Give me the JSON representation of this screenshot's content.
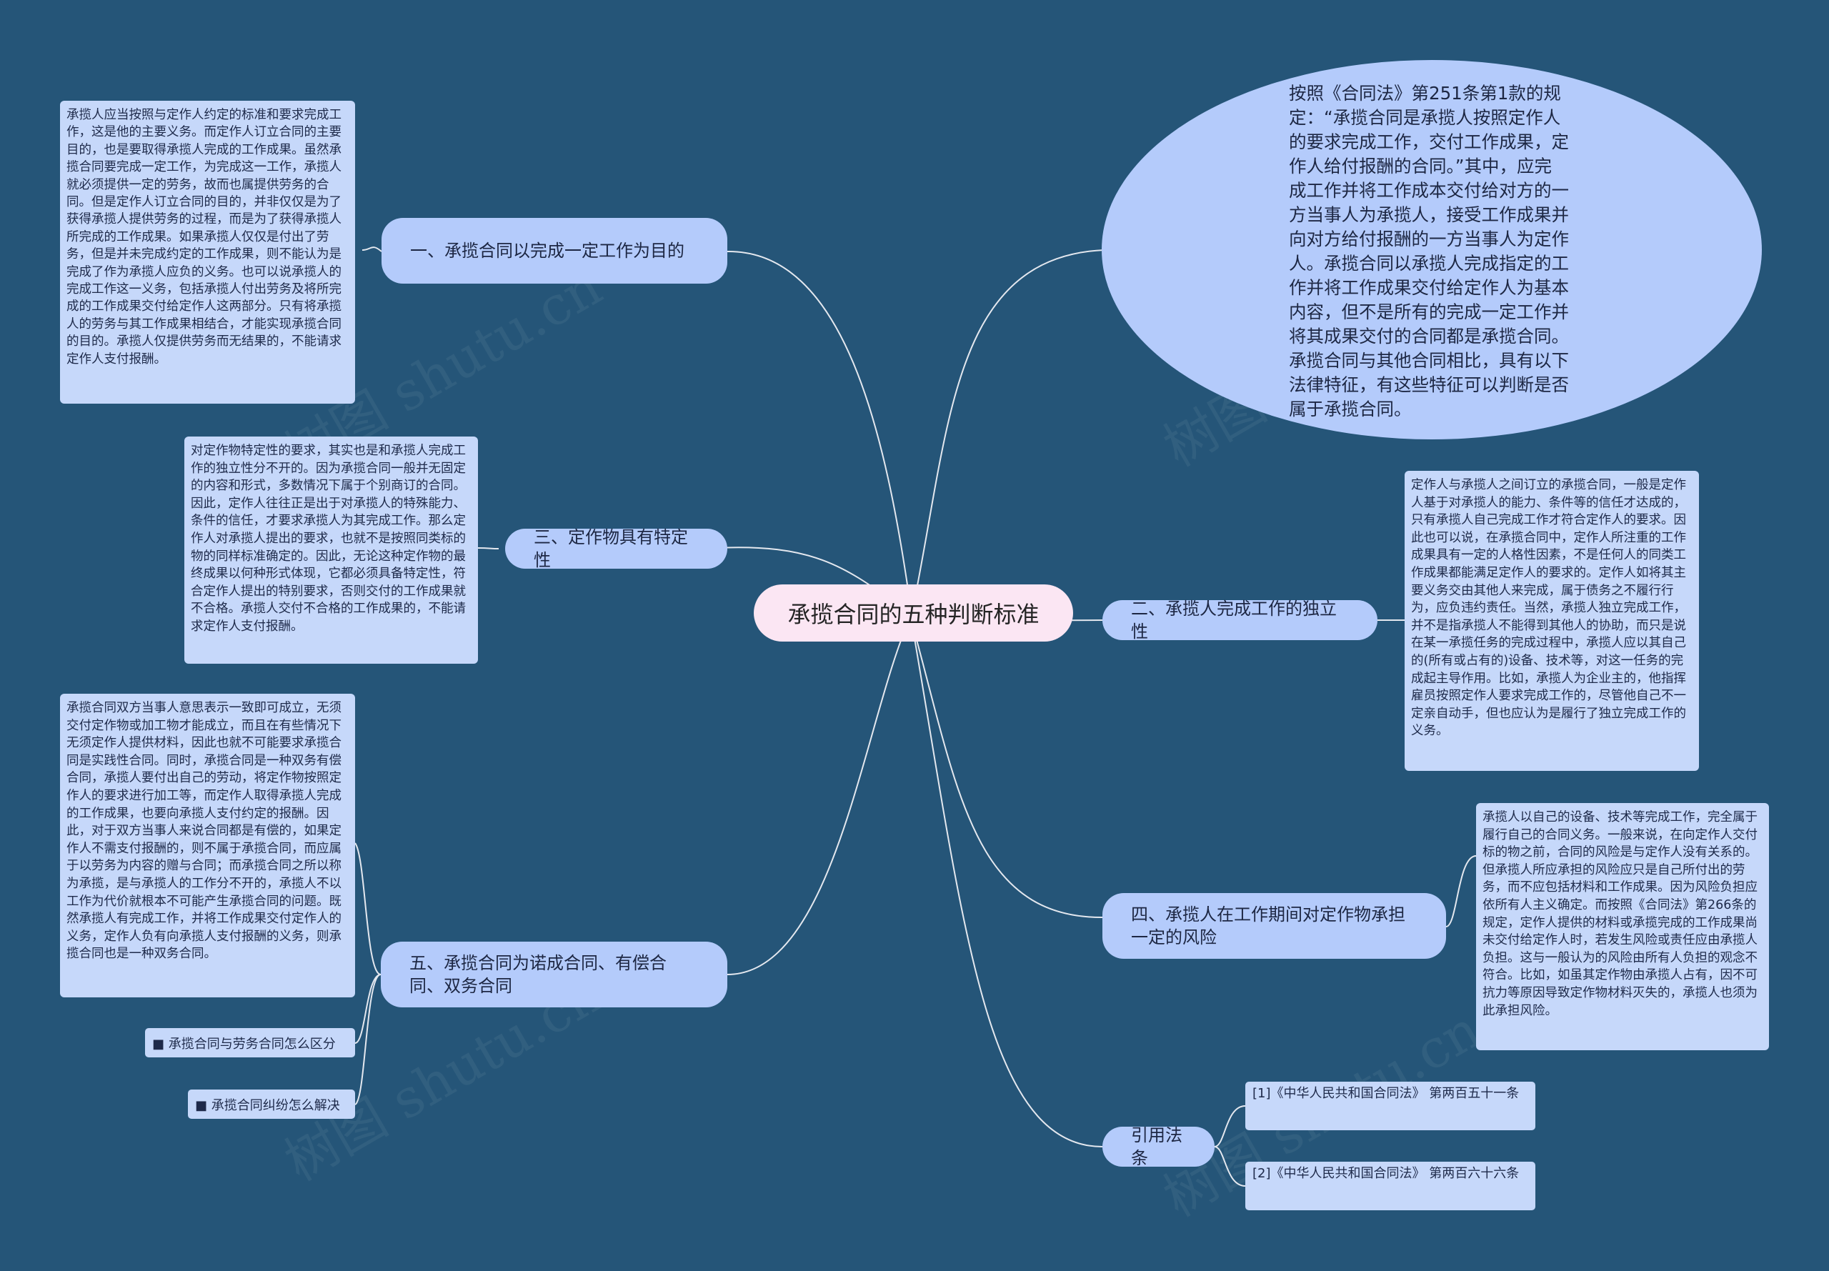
{
  "center": "承揽合同的五种判断标准",
  "watermark": "树图 shutu.cn",
  "branches": {
    "b1": "一、承揽合同以完成一定工作为目的",
    "b2": "二、承揽人完成工作的独立性",
    "b3": "三、定作物具有特定性",
    "b4": "四、承揽人在工作期间对定作物承担一定的风险",
    "b5": "五、承揽合同为诺成合同、有偿合同、双务合同",
    "b6": "引用法条"
  },
  "details": {
    "top": "按照《合同法》第251条第1款的规定：“承揽合同是承揽人按照定作人的要求完成工作，交付工作成果，定作人给付报酬的合同。”其中，应完成工作并将工作成本交付给对方的一方当事人为承揽人，接受工作成果并向对方给付报酬的一方当事人为定作人。承揽合同以承揽人完成指定的工作并将工作成果交付给定作人为基本内容，但不是所有的完成一定工作并将其成果交付的合同都是承揽合同。承揽合同与其他合同相比，具有以下法律特征，有这些特征可以判断是否属于承揽合同。",
    "d1": "承揽人应当按照与定作人约定的标准和要求完成工作，这是他的主要义务。而定作人订立合同的主要目的，也是要取得承揽人完成的工作成果。虽然承揽合同要完成一定工作，为完成这一工作，承揽人就必须提供一定的劳务，故而也属提供劳务的合同。但是定作人订立合同的目的，并非仅仅是为了获得承揽人提供劳务的过程，而是为了获得承揽人所完成的工作成果。如果承揽人仅仅是付出了劳务，但是并未完成约定的工作成果，则不能认为是完成了作为承揽人应负的义务。也可以说承揽人的完成工作这一义务，包括承揽人付出劳务及将所完成的工作成果交付给定作人这两部分。只有将承揽人的劳务与其工作成果相结合，才能实现承揽合同的目的。承揽人仅提供劳务而无结果的，不能请求定作人支付报酬。",
    "d2": "定作人与承揽人之间订立的承揽合同，一般是定作人基于对承揽人的能力、条件等的信任才达成的，只有承揽人自己完成工作才符合定作人的要求。因此也可以说，在承揽合同中，定作人所注重的工作成果具有一定的人格性因素，不是任何人的同类工作成果都能满足定作人的要求的。定作人如将其主要义务交由其他人来完成，属于债务之不履行行为，应负违约责任。当然，承揽人独立完成工作，并不是指承揽人不能得到其他人的协助，而只是说在某一承揽任务的完成过程中，承揽人应以其自己的(所有或占有的)设备、技术等，对这一任务的完成起主导作用。比如，承揽人为企业主的，他指挥雇员按照定作人要求完成工作的，尽管他自己不一定亲自动手，但也应认为是履行了独立完成工作的义务。",
    "d3": "对定作物特定性的要求，其实也是和承揽人完成工作的独立性分不开的。因为承揽合同一般并无固定的内容和形式，多数情况下属于个别商订的合同。因此，定作人往往正是出于对承揽人的特殊能力、条件的信任，才要求承揽人为其完成工作。那么定作人对承揽人提出的要求，也就不是按照同类标的物的同样标准确定的。因此，无论这种定作物的最终成果以何种形式体现，它都必须具备特定性，符合定作人提出的特别要求，否则交付的工作成果就不合格。承揽人交付不合格的工作成果的，不能请求定作人支付报酬。",
    "d4": "承揽人以自己的设备、技术等完成工作，完全属于履行自己的合同义务。一般来说，在向定作人交付标的物之前，合同的风险是与定作人没有关系的。但承揽人所应承担的风险应只是自己所付出的劳务，而不应包括材料和工作成果。因为风险负担应依所有人主义确定。而按照《合同法》第266条的规定，定作人提供的材料或承揽完成的工作成果尚未交付给定作人时，若发生风险或责任应由承揽人负担。这与一般认为的风险由所有人负担的观念不符合。比如，如虽其定作物由承揽人占有，因不可抗力等原因导致定作物材料灭失的，承揽人也须为此承担风险。",
    "d5": "承揽合同双方当事人意思表示一致即可成立，无须交付定作物或加工物才能成立，而且在有些情况下无须定作人提供材料，因此也就不可能要求承揽合同是实践性合同。同时，承揽合同是一种双务有偿合同，承揽人要付出自己的劳动，将定作物按照定作人的要求进行加工等，而定作人取得承揽人完成的工作成果，也要向承揽人支付约定的报酬。因此，对于双方当事人来说合同都是有偿的，如果定作人不需支付报酬的，则不属于承揽合同，而应属于以劳务为内容的赠与合同；而承揽合同之所以称为承揽，是与承揽人的工作分不开的，承揽人不以工作为代价就根本不可能产生承揽合同的问题。既然承揽人有完成工作，并将工作成果交付定作人的义务，定作人负有向承揽人支付报酬的义务，则承揽合同也是一种双务合同。",
    "link1": "■ 承揽合同与劳务合同怎么区分",
    "link2": "■ 承揽合同纠纷怎么解决",
    "ref1": "[1]《中华人民共和国合同法》 第两百五十一条",
    "ref2": "[2]《中华人民共和国合同法》 第两百六十六条"
  },
  "colors": {
    "background": "#255578",
    "node": "#b4cbfb",
    "detail": "#c6d8fa",
    "center": "#fbe6f3",
    "line": "#e4e8ef"
  }
}
